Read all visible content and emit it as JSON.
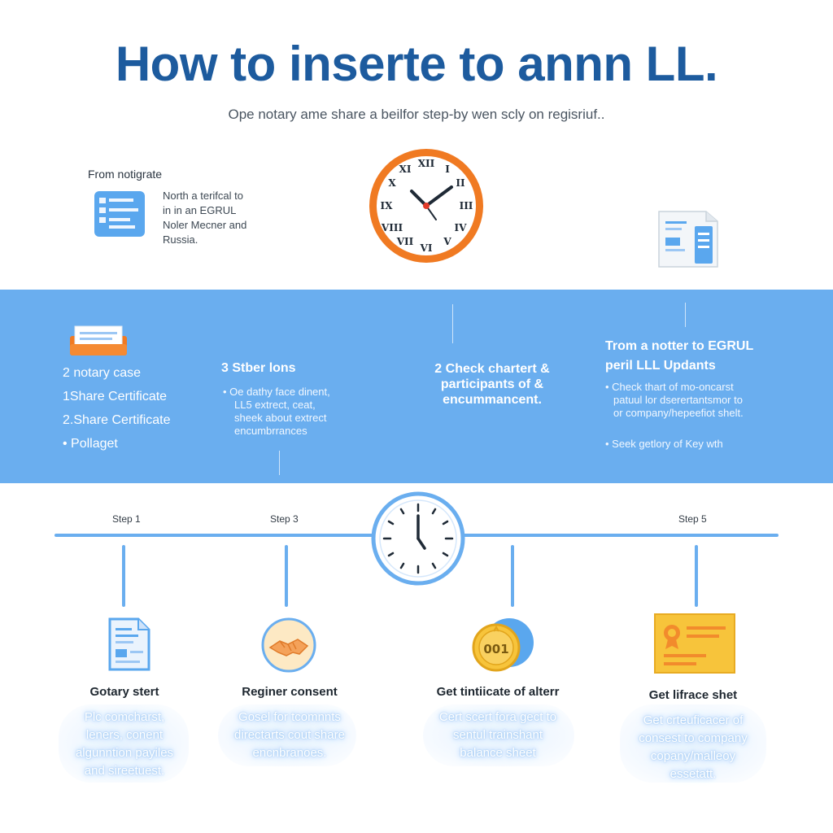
{
  "header": {
    "title": "How to inserte to annn LL.",
    "subtitle": "Ope notary ame share a beilfor step-by wen scly on regisriuf.."
  },
  "top_note": {
    "label": "From notigrate",
    "lines": [
      "North a terifcal to",
      "in in an EGRUL",
      "Noler Mecner and",
      "Russia."
    ]
  },
  "band": {
    "col1": {
      "items": [
        "2 notary case",
        "1Share Certificate",
        "2.Share Certificate",
        "• Pollaget"
      ]
    },
    "col2": {
      "heading": "3 Stber lons",
      "lines": [
        "• Oe dathy face dinent,",
        "LL5 extrect, ceat,",
        "sheek about extrect",
        "encumbrrances"
      ]
    },
    "col3": {
      "lines": [
        "2 Check chartert &",
        "participants of &",
        "encummancent."
      ]
    },
    "col4": {
      "heading_lines": [
        "Trom a notter to EGRUL",
        "peril LLL Updants"
      ],
      "bullet1_lines": [
        "• Check thart of mo-oncarst",
        "patuul lor dserertantsmor to",
        "or company/hepeefiot shelt."
      ],
      "bullet2": "• Seek getlory of Key wth"
    }
  },
  "timeline": {
    "step_labels": [
      "Step 1",
      "Step 3",
      "Step 5"
    ]
  },
  "cards": [
    {
      "title": "Gotary stert",
      "desc": [
        "Plc comcharst,",
        "leners, conent",
        "algunntion payiles",
        "and sireetuest."
      ]
    },
    {
      "title": "Reginer consent",
      "desc": [
        "Gosel for tcomnnts",
        "directarts cout share",
        "encnbranoes."
      ]
    },
    {
      "title": "Get tintiicate of alterr",
      "desc": [
        "Cert scert fora gect to",
        "sentul trainshant",
        "balance sheet"
      ]
    },
    {
      "title": "Get lifrace shet",
      "desc": [
        "Get crteuficacer of",
        "consest to company",
        "copany/malleoy",
        "essetatt."
      ]
    }
  ],
  "coin_label": "001",
  "colors": {
    "title": "#1d5b9e",
    "band": "#6aaeef",
    "clock_ring": "#f07a22",
    "timeline": "#6aaeef",
    "certificate": "#f7c43b"
  }
}
